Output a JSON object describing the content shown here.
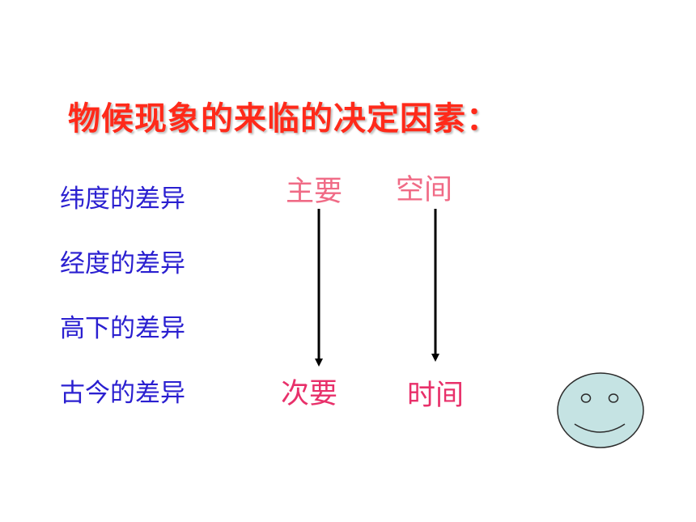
{
  "title": "物候现象的来临的决定因素：",
  "factors": [
    "纬度的差异",
    "经度的差异",
    "高下的差异",
    "古今的差异"
  ],
  "labels": {
    "main": "主要",
    "secondary": "次要",
    "space": "空间",
    "time": "时间"
  },
  "colors": {
    "title": "#ff2a1a",
    "factor_text": "#2a1fd0",
    "label_text": "#e8306a",
    "smiley_face": "#c5e3e3"
  },
  "icons": {
    "decoration": "smiley-face-icon"
  }
}
